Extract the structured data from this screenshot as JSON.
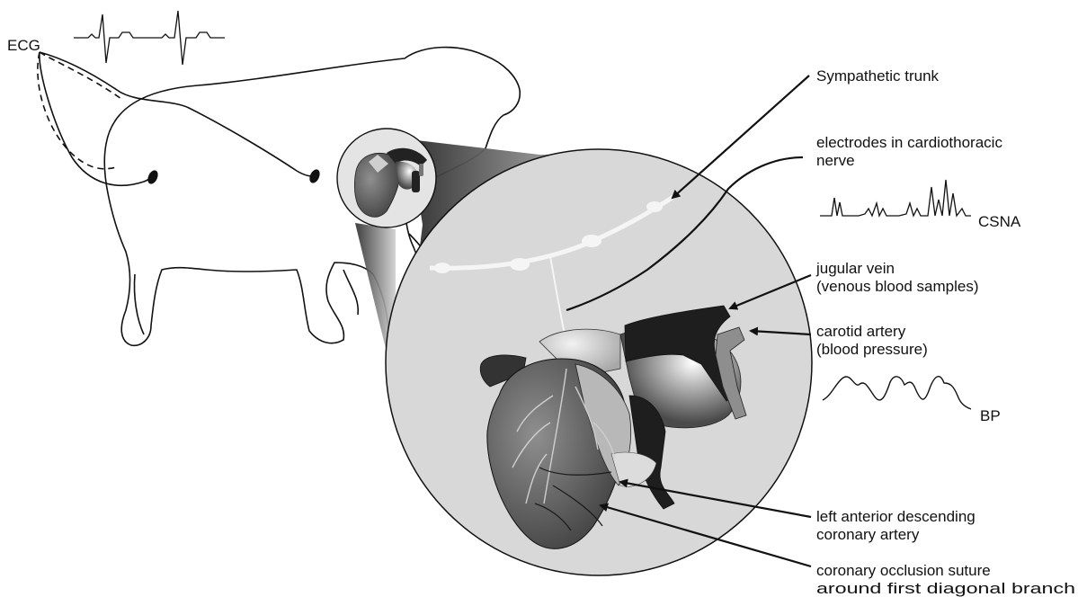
{
  "labels": {
    "ecg": "ECG",
    "sympathetic_trunk": "Sympathetic trunk",
    "electrodes_line1": "electrodes in cardiothoracic",
    "electrodes_line2": "nerve",
    "csna": "CSNA",
    "jugular_line1": "jugular vein",
    "jugular_line2": "(venous blood samples)",
    "carotid_line1": "carotid artery",
    "carotid_line2": "(blood pressure)",
    "bp": "BP",
    "lad_line1": "left anterior descending",
    "lad_line2": "coronary artery",
    "suture_line1": "coronary occlusion suture",
    "suture_line2": "around first diagonal branch"
  },
  "colors": {
    "line": "#111111",
    "magnified_circle": "#d6d6d6",
    "heart_dark": "#5a5a5a",
    "vessel_dark": "#222222",
    "vessel_light": "#9a9a9a"
  }
}
